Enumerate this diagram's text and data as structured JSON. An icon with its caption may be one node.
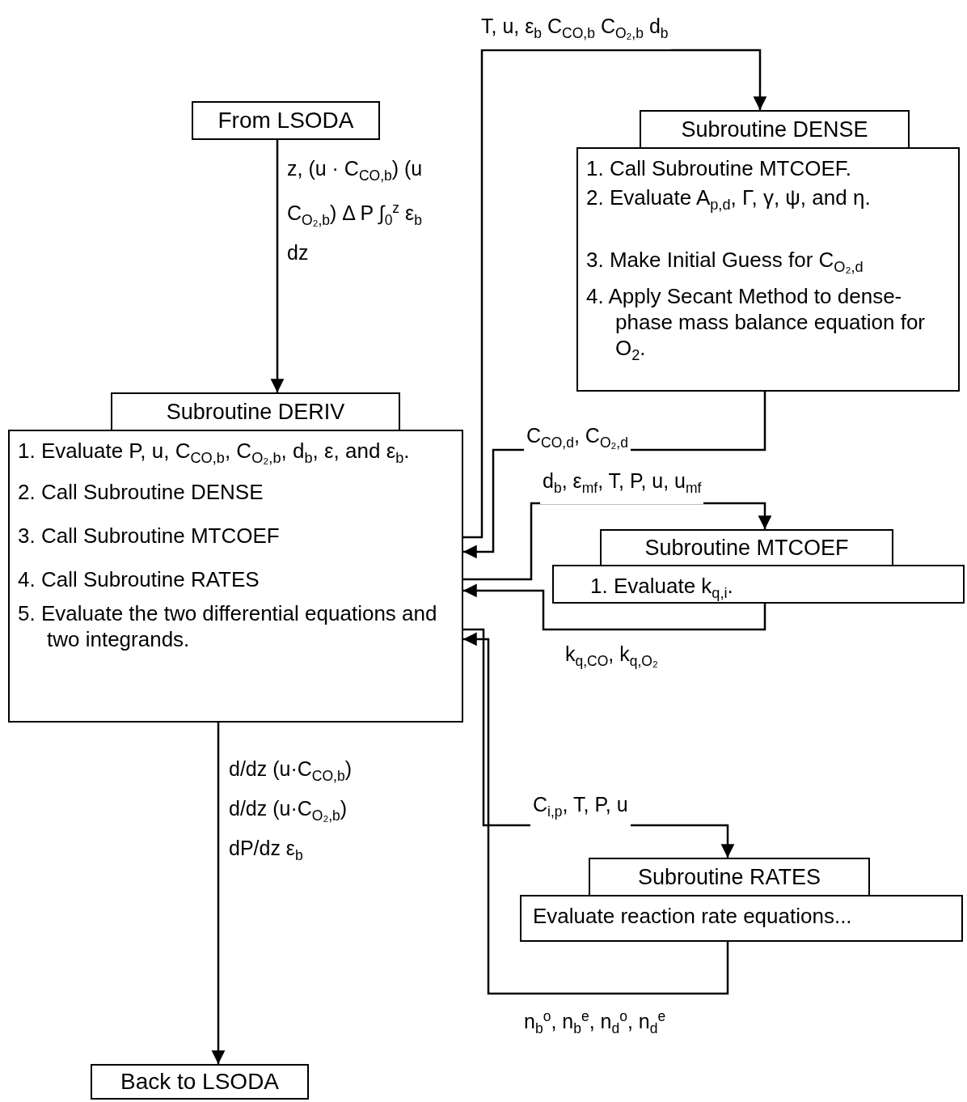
{
  "diagram": {
    "nodes": [
      {
        "text": [
          "From LSODA"
        ]
      },
      {
        "text": [
          "Subroutine DERIV",
          "1. Evaluate P, u, C$_{CO,b}$, C$_{O₂,b}$, d$_{b}$, ε, and ε$_{b}$.",
          "2. Call Subroutine DENSE",
          "3. Call Subroutine MTCOEF",
          "4. Call Subroutine RATES",
          "5. Evaluate the two differential equations and two integrands."
        ]
      },
      {
        "text": [
          "Subroutine DENSE",
          "1. Call Subroutine MTCOEF.",
          "2. Evaluate A$_{p,d}$, Γ, γ, ψ, and η.",
          "3. Make Initial Guess for C$_{O₂,d}$",
          "4. Apply Secant Method to dense-phase mass balance equation for O$_{2}$."
        ]
      },
      {
        "text": [
          "Subroutine MTCOEF",
          "1. Evaluate k$_{q,i}$."
        ]
      },
      {
        "text": [
          "Subroutine RATES",
          "Evaluate reaction rate equations..."
        ]
      },
      {
        "text": [
          "Back to LSODA"
        ]
      }
    ],
    "edges": [
      {
        "from": 0,
        "to": 1,
        "arrow": "to",
        "label": "z, (u · C$_{CO,b}$) (u C$_{O₂,b}$) Δ P ∫$_{0}$$^{z}$ ε$_{b}$ dz"
      },
      {
        "from": 1,
        "to": 2,
        "arrow": "to",
        "label": "T, u, ε$_{b}$ C$_{CO,b}$ C$_{O₂,b}$ d$_{b}$"
      },
      {
        "from": 2,
        "to": 1,
        "arrow": "to",
        "label": "C$_{CO,d}$, C$_{O₂,d}$"
      },
      {
        "from": 1,
        "to": 3,
        "arrow": "to",
        "label": "d$_{b}$, ε$_{mf}$, T, P, u, u$_{mf}$"
      },
      {
        "from": 3,
        "to": 1,
        "arrow": "to",
        "label": "k$_{q,CO}$, k$_{q,O₂}$"
      },
      {
        "from": 1,
        "to": 4,
        "arrow": "to",
        "label": "C$_{i,p}$, T, P, u"
      },
      {
        "from": 4,
        "to": 1,
        "arrow": "to",
        "label": "n$_{b}$$^{o}$, n$_{b}$$^{e}$, n$_{d}$$^{o}$, n$_{d}$$^{e}$"
      },
      {
        "from": 1,
        "to": 5,
        "arrow": "to",
        "label": "d/dz (u·C$_{CO,b}$) d/dz (u·C$_{O₂,b}$) dP/dz ε$_{b}$"
      }
    ]
  }
}
